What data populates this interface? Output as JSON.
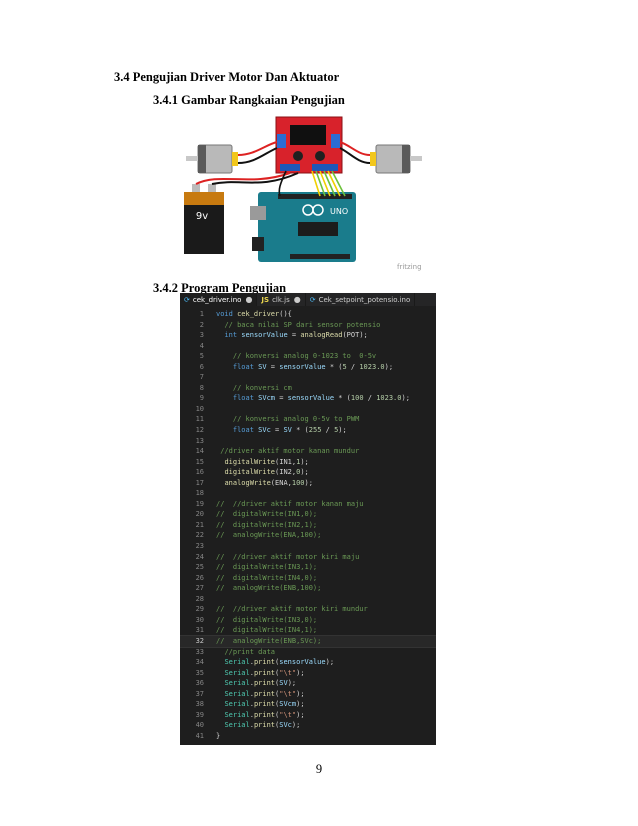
{
  "headings": {
    "section": "3.4 Pengujian Driver Motor Dan Aktuator",
    "sub1": "3.4.1 Gambar Rangkaian Pengujian",
    "sub2": "3.4.2 Program Pengujian"
  },
  "figure": {
    "battery_label": "9v",
    "arduino_label": "UNO",
    "watermark": "fritzing"
  },
  "editor": {
    "tabs": [
      {
        "icon": "arduino-icon",
        "label": "cek_driver.ino",
        "marker": "●"
      },
      {
        "icon": "js-icon",
        "label": "clk.js",
        "marker": "●"
      },
      {
        "icon": "arduino-icon",
        "label": "Cek_setpoint_potensio.ino",
        "marker": ""
      }
    ],
    "current_line": 32,
    "lines": [
      {
        "n": "1",
        "t": [
          [
            "kw",
            "void "
          ],
          [
            "fn",
            "cek_driver"
          ],
          [
            "code",
            "(){"
          ]
        ]
      },
      {
        "n": "2",
        "t": [
          [
            "code",
            "  "
          ],
          [
            "com",
            "// baca nilai SP dari sensor potensio"
          ]
        ]
      },
      {
        "n": "3",
        "t": [
          [
            "code",
            "  "
          ],
          [
            "kw",
            "int "
          ],
          [
            "var",
            "sensorValue"
          ],
          [
            "code",
            " = "
          ],
          [
            "fn",
            "analogRead"
          ],
          [
            "code",
            "(POT);"
          ]
        ]
      },
      {
        "n": "4",
        "t": []
      },
      {
        "n": "5",
        "t": [
          [
            "code",
            "    "
          ],
          [
            "com",
            "// konversi analog 0-1023 to  0-5v"
          ]
        ]
      },
      {
        "n": "6",
        "t": [
          [
            "code",
            "    "
          ],
          [
            "kw",
            "float "
          ],
          [
            "var",
            "SV"
          ],
          [
            "code",
            " = "
          ],
          [
            "var",
            "sensorValue"
          ],
          [
            "code",
            " * ("
          ],
          [
            "num",
            "5"
          ],
          [
            "code",
            " / "
          ],
          [
            "num",
            "1023.0"
          ],
          [
            "code",
            ");"
          ]
        ]
      },
      {
        "n": "7",
        "t": []
      },
      {
        "n": "8",
        "t": [
          [
            "code",
            "    "
          ],
          [
            "com",
            "// konversi cm"
          ]
        ]
      },
      {
        "n": "9",
        "t": [
          [
            "code",
            "    "
          ],
          [
            "kw",
            "float "
          ],
          [
            "var",
            "SVcm"
          ],
          [
            "code",
            " = "
          ],
          [
            "var",
            "sensorValue"
          ],
          [
            "code",
            " * ("
          ],
          [
            "num",
            "100"
          ],
          [
            "code",
            " / "
          ],
          [
            "num",
            "1023.0"
          ],
          [
            "code",
            ");"
          ]
        ]
      },
      {
        "n": "10",
        "t": []
      },
      {
        "n": "11",
        "t": [
          [
            "code",
            "    "
          ],
          [
            "com",
            "// konversi analog 0-5v to PWM"
          ]
        ]
      },
      {
        "n": "12",
        "t": [
          [
            "code",
            "    "
          ],
          [
            "kw",
            "float "
          ],
          [
            "var",
            "SVc"
          ],
          [
            "code",
            " = "
          ],
          [
            "var",
            "SV"
          ],
          [
            "code",
            " * ("
          ],
          [
            "num",
            "255"
          ],
          [
            "code",
            " / "
          ],
          [
            "num",
            "5"
          ],
          [
            "code",
            ");"
          ]
        ]
      },
      {
        "n": "13",
        "t": []
      },
      {
        "n": "14",
        "t": [
          [
            "code",
            " "
          ],
          [
            "com",
            "//driver aktif motor kanan mundur"
          ]
        ]
      },
      {
        "n": "15",
        "t": [
          [
            "code",
            "  "
          ],
          [
            "fn",
            "digitalWrite"
          ],
          [
            "code",
            "(IN1,"
          ],
          [
            "num",
            "1"
          ],
          [
            "code",
            ");"
          ]
        ]
      },
      {
        "n": "16",
        "t": [
          [
            "code",
            "  "
          ],
          [
            "fn",
            "digitalWrite"
          ],
          [
            "code",
            "(IN2,"
          ],
          [
            "num",
            "0"
          ],
          [
            "code",
            ");"
          ]
        ]
      },
      {
        "n": "17",
        "t": [
          [
            "code",
            "  "
          ],
          [
            "fn",
            "analogWrite"
          ],
          [
            "code",
            "(ENA,"
          ],
          [
            "num",
            "100"
          ],
          [
            "code",
            ");"
          ]
        ]
      },
      {
        "n": "18",
        "t": []
      },
      {
        "n": "19",
        "t": [
          [
            "com",
            "//  //driver aktif motor kanan maju"
          ]
        ]
      },
      {
        "n": "20",
        "t": [
          [
            "com",
            "//  digitalWrite(IN1,0);"
          ]
        ]
      },
      {
        "n": "21",
        "t": [
          [
            "com",
            "//  digitalWrite(IN2,1);"
          ]
        ]
      },
      {
        "n": "22",
        "t": [
          [
            "com",
            "//  analogWrite(ENA,100);"
          ]
        ]
      },
      {
        "n": "23",
        "t": []
      },
      {
        "n": "24",
        "t": [
          [
            "com",
            "//  //driver aktif motor kiri maju"
          ]
        ]
      },
      {
        "n": "25",
        "t": [
          [
            "com",
            "//  digitalWrite(IN3,1);"
          ]
        ]
      },
      {
        "n": "26",
        "t": [
          [
            "com",
            "//  digitalWrite(IN4,0);"
          ]
        ]
      },
      {
        "n": "27",
        "t": [
          [
            "com",
            "//  analogWrite(ENB,100);"
          ]
        ]
      },
      {
        "n": "28",
        "t": []
      },
      {
        "n": "29",
        "t": [
          [
            "com",
            "//  //driver aktif motor kiri mundur"
          ]
        ]
      },
      {
        "n": "30",
        "t": [
          [
            "com",
            "//  digitalWrite(IN3,0);"
          ]
        ]
      },
      {
        "n": "31",
        "t": [
          [
            "com",
            "//  digitalWrite(IN4,1);"
          ]
        ]
      },
      {
        "n": "32",
        "t": [
          [
            "com",
            "//  analogWrite(ENB,SVc);"
          ]
        ]
      },
      {
        "n": "33",
        "t": [
          [
            "code",
            "  "
          ],
          [
            "com",
            "//print data"
          ]
        ]
      },
      {
        "n": "34",
        "t": [
          [
            "code",
            "  "
          ],
          [
            "obj",
            "Serial"
          ],
          [
            "code",
            "."
          ],
          [
            "fn",
            "print"
          ],
          [
            "code",
            "("
          ],
          [
            "var",
            "sensorValue"
          ],
          [
            "code",
            ");"
          ]
        ]
      },
      {
        "n": "35",
        "t": [
          [
            "code",
            "  "
          ],
          [
            "obj",
            "Serial"
          ],
          [
            "code",
            "."
          ],
          [
            "fn",
            "print"
          ],
          [
            "code",
            "("
          ],
          [
            "str",
            "\"\\t\""
          ],
          [
            "code",
            ");"
          ]
        ]
      },
      {
        "n": "36",
        "t": [
          [
            "code",
            "  "
          ],
          [
            "obj",
            "Serial"
          ],
          [
            "code",
            "."
          ],
          [
            "fn",
            "print"
          ],
          [
            "code",
            "("
          ],
          [
            "var",
            "SV"
          ],
          [
            "code",
            ");"
          ]
        ]
      },
      {
        "n": "37",
        "t": [
          [
            "code",
            "  "
          ],
          [
            "obj",
            "Serial"
          ],
          [
            "code",
            "."
          ],
          [
            "fn",
            "print"
          ],
          [
            "code",
            "("
          ],
          [
            "str",
            "\"\\t\""
          ],
          [
            "code",
            ");"
          ]
        ]
      },
      {
        "n": "38",
        "t": [
          [
            "code",
            "  "
          ],
          [
            "obj",
            "Serial"
          ],
          [
            "code",
            "."
          ],
          [
            "fn",
            "print"
          ],
          [
            "code",
            "("
          ],
          [
            "var",
            "SVcm"
          ],
          [
            "code",
            ");"
          ]
        ]
      },
      {
        "n": "39",
        "t": [
          [
            "code",
            "  "
          ],
          [
            "obj",
            "Serial"
          ],
          [
            "code",
            "."
          ],
          [
            "fn",
            "print"
          ],
          [
            "code",
            "("
          ],
          [
            "str",
            "\"\\t\""
          ],
          [
            "code",
            ");"
          ]
        ]
      },
      {
        "n": "40",
        "t": [
          [
            "code",
            "  "
          ],
          [
            "obj",
            "Serial"
          ],
          [
            "code",
            "."
          ],
          [
            "fn",
            "print"
          ],
          [
            "code",
            "("
          ],
          [
            "var",
            "SVc"
          ],
          [
            "code",
            ");"
          ]
        ]
      },
      {
        "n": "41",
        "t": [
          [
            "code",
            "}"
          ]
        ]
      }
    ]
  },
  "page_number": "9"
}
